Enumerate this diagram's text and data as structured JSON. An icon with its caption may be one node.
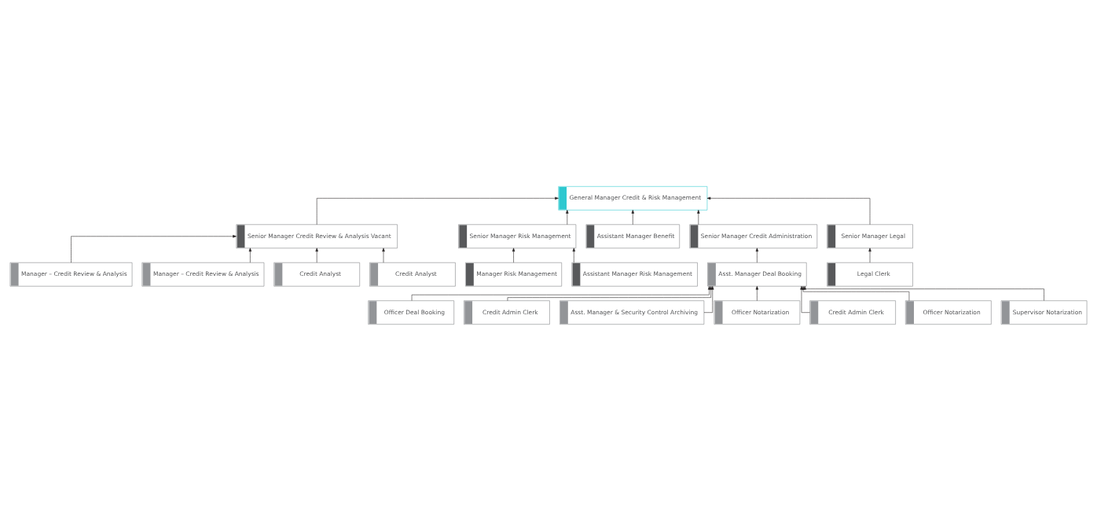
{
  "diagram": {
    "nodes": [
      {
        "text": [
          "General Manager Credit & Risk Management"
        ]
      },
      {
        "text": [
          "Senior Manager Credit Review & Analysis Vacant"
        ]
      },
      {
        "text": [
          "Senior Manager Risk Management"
        ]
      },
      {
        "text": [
          "Assistant Manager Benefit"
        ]
      },
      {
        "text": [
          "Senior Manager Credit Administration"
        ]
      },
      {
        "text": [
          "Senior Manager Legal"
        ]
      },
      {
        "text": [
          "Manager – Credit Review & Analysis"
        ]
      },
      {
        "text": [
          "Manager – Credit Review & Analysis"
        ]
      },
      {
        "text": [
          "Credit Analyst"
        ]
      },
      {
        "text": [
          "Credit Analyst"
        ]
      },
      {
        "text": [
          "Manager Risk Management"
        ]
      },
      {
        "text": [
          "Assistant Manager Risk Management"
        ]
      },
      {
        "text": [
          "Asst. Manager Deal Booking"
        ]
      },
      {
        "text": [
          "Legal Clerk"
        ]
      },
      {
        "text": [
          "Officer Deal Booking"
        ]
      },
      {
        "text": [
          "Credit Admin Clerk"
        ]
      },
      {
        "text": [
          "Asst. Manager & Security Control Archiving"
        ]
      },
      {
        "text": [
          "Officer Notarization"
        ]
      },
      {
        "text": [
          "Credit Admin Clerk"
        ]
      },
      {
        "text": [
          "Officer Notarization"
        ]
      },
      {
        "text": [
          "Supervisor Notarization"
        ]
      }
    ],
    "edges": [
      {
        "from": 1,
        "to": 0,
        "arrow": "to"
      },
      {
        "from": 2,
        "to": 0,
        "arrow": "to"
      },
      {
        "from": 3,
        "to": 0,
        "arrow": "to"
      },
      {
        "from": 4,
        "to": 0,
        "arrow": "to"
      },
      {
        "from": 5,
        "to": 0,
        "arrow": "to"
      },
      {
        "from": 6,
        "to": 1,
        "arrow": "to"
      },
      {
        "from": 7,
        "to": 1,
        "arrow": "to"
      },
      {
        "from": 8,
        "to": 1,
        "arrow": "to"
      },
      {
        "from": 9,
        "to": 1,
        "arrow": "to"
      },
      {
        "from": 10,
        "to": 2,
        "arrow": "to"
      },
      {
        "from": 11,
        "to": 2,
        "arrow": "to"
      },
      {
        "from": 12,
        "to": 4,
        "arrow": "to"
      },
      {
        "from": 13,
        "to": 5,
        "arrow": "to"
      },
      {
        "from": 14,
        "to": 12,
        "arrow": "to"
      },
      {
        "from": 15,
        "to": 12,
        "arrow": "to"
      },
      {
        "from": 16,
        "to": 12,
        "arrow": "to"
      },
      {
        "from": 17,
        "to": 12,
        "arrow": "to"
      },
      {
        "from": 18,
        "to": 12,
        "arrow": "to"
      },
      {
        "from": 19,
        "to": 12,
        "arrow": "to"
      },
      {
        "from": 20,
        "to": 12,
        "arrow": "to"
      }
    ]
  }
}
